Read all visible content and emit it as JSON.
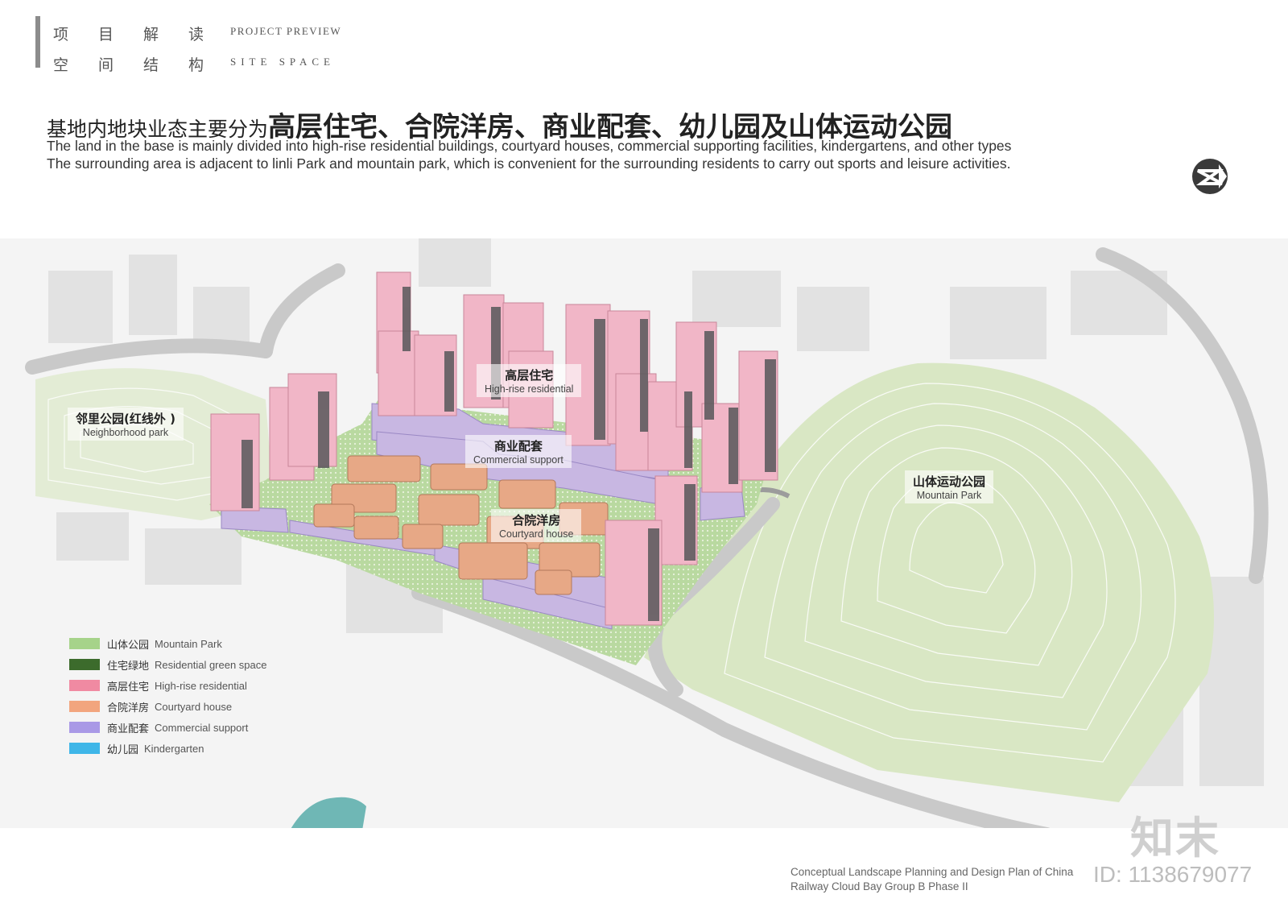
{
  "header": {
    "section_cn": "项目解读",
    "section_en": "PROJECT PREVIEW",
    "subsection_cn": "空间结构",
    "subsection_en": "SITE SPACE"
  },
  "title": {
    "lead": "基地内地块业态主要分为",
    "highlight": "高层住宅、合院洋房、商业配套、幼儿园及山体运动公园"
  },
  "subtitle": {
    "line1": "The land in the base is mainly divided into high-rise residential buildings, courtyard houses, commercial supporting facilities, kindergartens, and other types",
    "line2": "The surrounding area is adjacent to linli Park and mountain park, which is convenient for the surrounding residents to carry out sports and leisure activities."
  },
  "map_labels": {
    "highrise": {
      "cn": "高层住宅",
      "en": "High-rise residential"
    },
    "commercial": {
      "cn": "商业配套",
      "en": "Commercial support"
    },
    "courtyard": {
      "cn": "合院洋房",
      "en": "Courtyard house"
    },
    "neighborhood": {
      "cn": "邻里公园(红线外 )",
      "en": "Neighborhood park"
    },
    "mountain": {
      "cn": "山体运动公园",
      "en": "Mountain Park"
    }
  },
  "legend": [
    {
      "cn": "山体公园",
      "en": "Mountain Park",
      "color": "#a6d38a"
    },
    {
      "cn": "住宅绿地",
      "en": "Residential green space",
      "color": "#3c6b2c"
    },
    {
      "cn": "高层住宅",
      "en": "High-rise residential",
      "color": "#f08aa2"
    },
    {
      "cn": "合院洋房",
      "en": "Courtyard house",
      "color": "#f2a57e"
    },
    {
      "cn": "商业配套",
      "en": "Commercial support",
      "color": "#a999e6"
    },
    {
      "cn": "幼儿园",
      "en": "Kindergarten",
      "color": "#3fb6e8"
    }
  ],
  "colors": {
    "mountain_park": "#d9e7c4",
    "site_green": "#b9d9a0",
    "highrise": "#f1b6c7",
    "highrise_shade": "#58585a",
    "courtyard": "#e7a886",
    "commercial": "#c8b7e2",
    "road": "#c8c8c8",
    "water": "#6fb7b5"
  },
  "footer": {
    "line1": "Conceptual Landscape Planning and Design Plan of China",
    "line2": "Railway Cloud Bay Group B Phase II"
  },
  "watermark": {
    "logo": "知末",
    "id": "ID: 1138679077"
  }
}
